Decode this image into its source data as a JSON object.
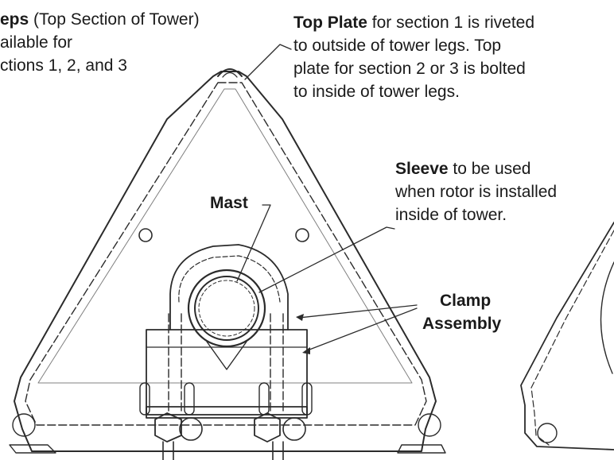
{
  "labels": {
    "caps": {
      "bold": "eps",
      "text": " (Top Section of Tower)",
      "line2": "ailable for",
      "line3": "ctions 1, 2, and 3"
    },
    "top_plate": {
      "bold": "Top Plate",
      "text": " for section 1 is riveted",
      "line2": "to outside of tower legs. Top",
      "line3": "plate for section 2 or 3 is bolted",
      "line4": "to inside of tower legs."
    },
    "sleeve": {
      "bold": "Sleeve",
      "text": " to be used",
      "line2": "when rotor is installed",
      "line3": "inside of tower."
    },
    "mast": "Mast",
    "clamp": {
      "line1": "Clamp",
      "line2": "Assembly"
    }
  },
  "colors": {
    "line": "#2b2b2b",
    "text": "#1a1a1a",
    "background": "#ffffff"
  }
}
